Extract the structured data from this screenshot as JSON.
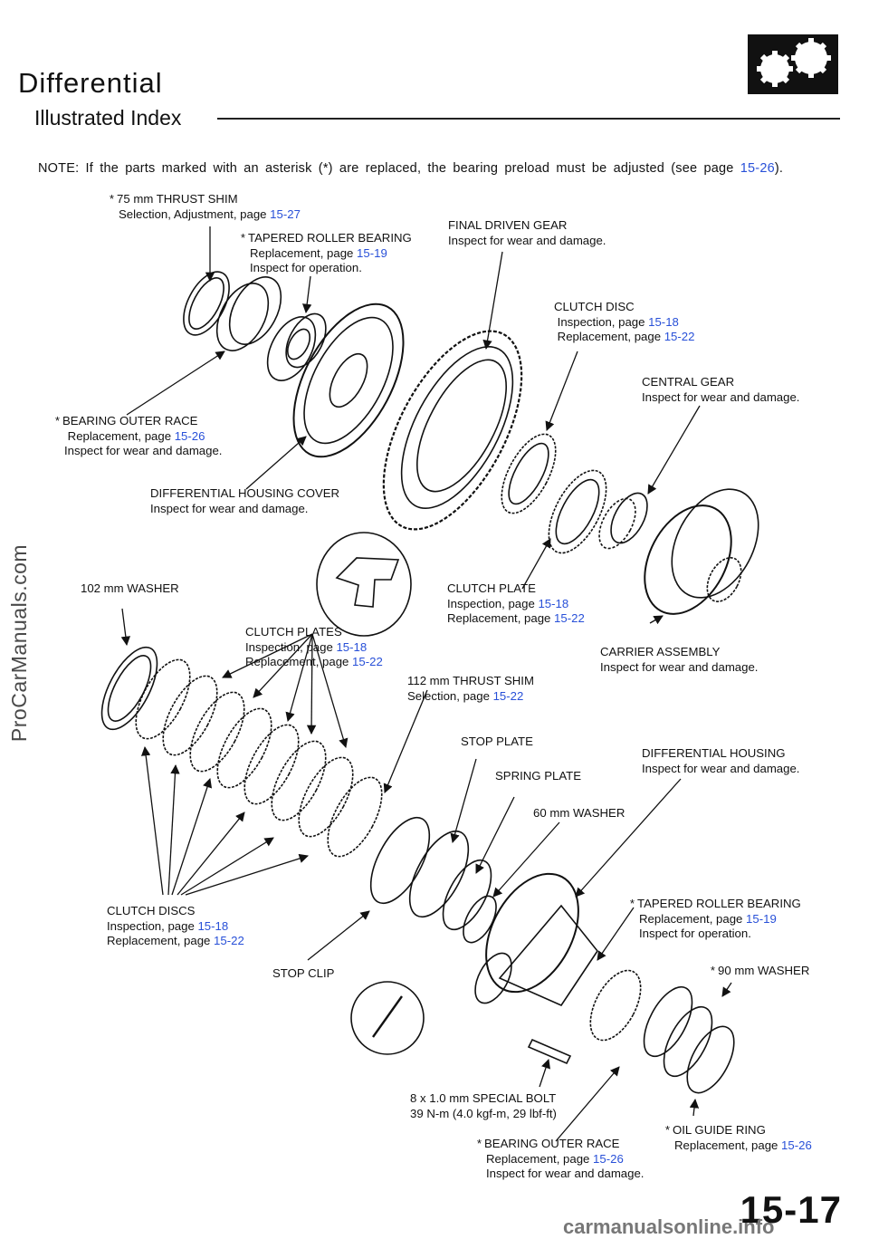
{
  "header": {
    "title": "Differential",
    "subtitle": "Illustrated Index",
    "icon": "gears-icon"
  },
  "note": {
    "text": "NOTE: If the parts marked with an asterisk (*) are replaced, the bearing preload must be adjusted (see page ",
    "page": "15-26",
    "end": ")."
  },
  "labels": {
    "shim75": {
      "title": "75 mm THRUST SHIM",
      "line1": "Selection, Adjustment, page",
      "page1": "15-27"
    },
    "tapered_top": {
      "title": "TAPERED ROLLER BEARING",
      "line1": "Replacement, page",
      "page1": "15-19",
      "line2": "Inspect for operation."
    },
    "final_gear": {
      "title": "FINAL DRIVEN GEAR",
      "line1": "Inspect for wear and damage."
    },
    "clutch_disc": {
      "title": "CLUTCH DISC",
      "line1": "Inspection, page",
      "page1": "15-18",
      "line2": "Replacement, page",
      "page2": "15-22"
    },
    "central_gear": {
      "title": "CENTRAL GEAR",
      "line1": "Inspect for wear and damage."
    },
    "outer_race_top": {
      "title": "BEARING OUTER RACE",
      "line1": "Replacement, page",
      "page1": "15-26",
      "line2": "Inspect for wear and damage."
    },
    "housing_cover": {
      "title": "DIFFERENTIAL HOUSING COVER",
      "line1": "Inspect for wear and damage."
    },
    "washer102": {
      "title": "102 mm WASHER"
    },
    "clutch_plate": {
      "title": "CLUTCH PLATE",
      "line1": "Inspection, page",
      "page1": "15-18",
      "line2": "Replacement, page",
      "page2": "15-22"
    },
    "clutch_plates": {
      "title": "CLUTCH PLATES",
      "line1": "Inspection, page",
      "page1": "15-18",
      "line2": "Replacement, page",
      "page2": "15-22"
    },
    "carrier": {
      "title": "CARRIER ASSEMBLY",
      "line1": "Inspect for wear and damage."
    },
    "shim112": {
      "title": "112 mm THRUST SHIM",
      "line1": "Selection, page",
      "page1": "15-22"
    },
    "stop_plate": {
      "title": "STOP PLATE"
    },
    "spring_plate": {
      "title": "SPRING PLATE"
    },
    "diff_housing": {
      "title": "DIFFERENTIAL HOUSING",
      "line1": "Inspect for wear and damage."
    },
    "washer60": {
      "title": "60 mm WASHER"
    },
    "clutch_discs": {
      "title": "CLUTCH DISCS",
      "line1": "Inspection, page",
      "page1": "15-18",
      "line2": "Replacement, page",
      "page2": "15-22"
    },
    "tapered_bottom": {
      "title": "TAPERED ROLLER BEARING",
      "line1": "Replacement, page",
      "page1": "15-19",
      "line2": "Inspect for operation."
    },
    "stop_clip": {
      "title": "STOP CLIP"
    },
    "washer90": {
      "title": "90 mm WASHER"
    },
    "bolt": {
      "line1": "8 x 1.0 mm SPECIAL BOLT",
      "line2": "39 N-m (4.0 kgf-m, 29 lbf-ft)"
    },
    "oil_ring": {
      "title": "OIL GUIDE RING",
      "line1": "Replacement, page",
      "page1": "15-26"
    },
    "outer_race_bottom": {
      "title": "BEARING OUTER RACE",
      "line1": "Replacement, page",
      "page1": "15-26",
      "line2": "Inspect for wear and damage."
    }
  },
  "asterisk": "*",
  "watermark": "ProCarManuals.com",
  "page_number": "15-17",
  "footer_watermark": "carmanualsonline.info"
}
